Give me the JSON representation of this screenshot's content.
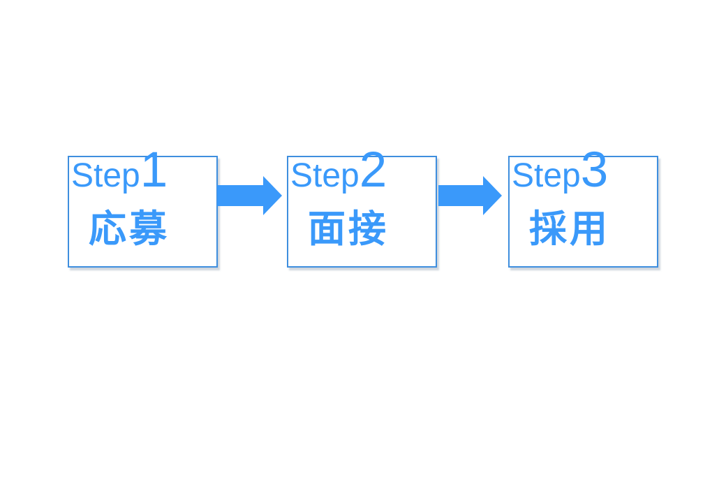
{
  "diagram": {
    "type": "process-flow",
    "direction": "left-to-right",
    "steps": [
      {
        "word": "Step",
        "number": "1",
        "label": "応募"
      },
      {
        "word": "Step",
        "number": "2",
        "label": "面接"
      },
      {
        "word": "Step",
        "number": "3",
        "label": "採用"
      }
    ],
    "connectors": [
      {
        "from": "Step1",
        "to": "Step2",
        "shape": "right-block-arrow"
      },
      {
        "from": "Step2",
        "to": "Step3",
        "shape": "right-block-arrow"
      }
    ]
  },
  "colors": {
    "accent": "#3A99FA",
    "box_border": "#3E8EDE",
    "background": "#FFFFFF",
    "shadow": "rgba(170,180,195,0.55)"
  }
}
